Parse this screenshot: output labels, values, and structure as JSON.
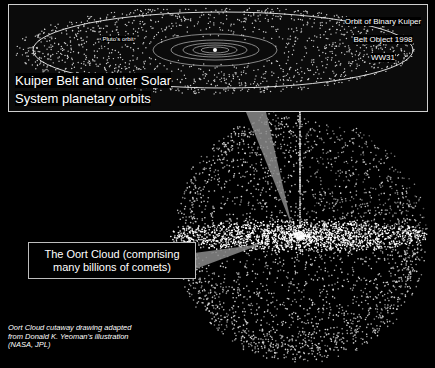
{
  "diagram": {
    "caption": "Oort Cloud cutaway drawing adapted from Donald K. Yeoman's illustration (NASA, JPL)",
    "nodes": [
      {
        "text": [
          "Orbit of Binary Kuiper Belt Object 1998 WW31",
          "Pluto's orbit",
          "Kuiper Belt and outer Solar System planetary orbits"
        ]
      },
      {
        "text": [
          "The Oort Cloud (comprising many billions of comets)"
        ]
      }
    ]
  }
}
